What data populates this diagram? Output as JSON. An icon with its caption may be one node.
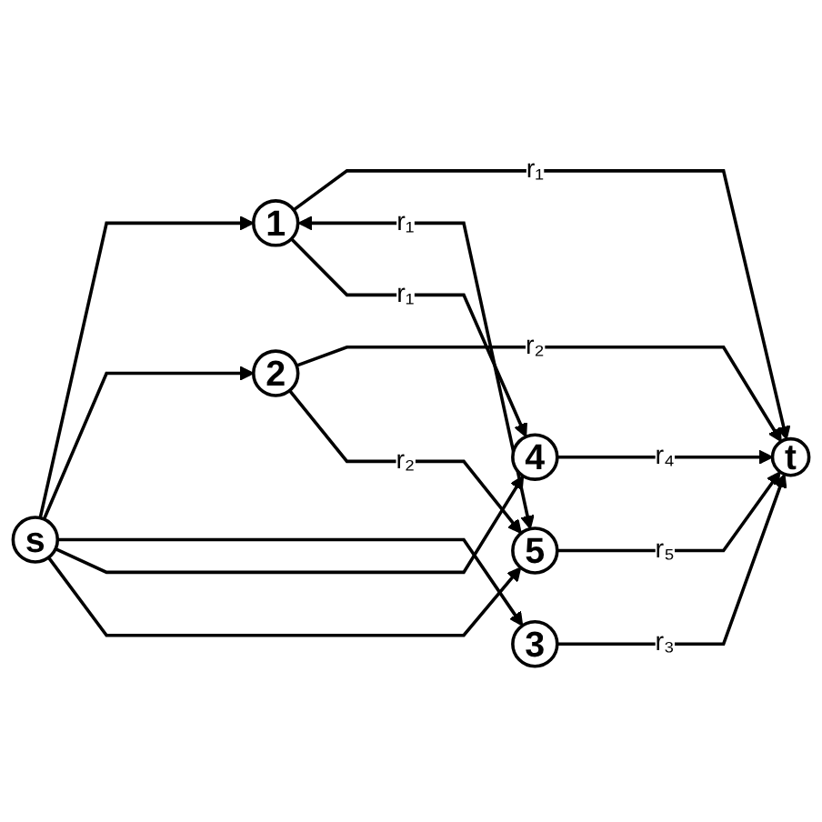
{
  "diagram": {
    "nodes": [
      {
        "text": [
          "s"
        ]
      },
      {
        "text": [
          "1"
        ]
      },
      {
        "text": [
          "2"
        ]
      },
      {
        "text": [
          "3"
        ]
      },
      {
        "text": [
          "4"
        ]
      },
      {
        "text": [
          "5"
        ]
      },
      {
        "text": [
          "t"
        ]
      }
    ],
    "edges": [
      {
        "from": 0,
        "to": 1,
        "arrow": "to"
      },
      {
        "from": 0,
        "to": 2,
        "arrow": "to"
      },
      {
        "from": 0,
        "to": 3,
        "arrow": "to"
      },
      {
        "from": 0,
        "to": 4,
        "arrow": "to"
      },
      {
        "from": 0,
        "to": 5,
        "arrow": "to"
      },
      {
        "from": 1,
        "to": 6,
        "arrow": "to",
        "label": "r₁"
      },
      {
        "from": 2,
        "to": 6,
        "arrow": "to",
        "label": "r₂"
      },
      {
        "from": 3,
        "to": 6,
        "arrow": "to",
        "label": "r₃"
      },
      {
        "from": 4,
        "to": 6,
        "arrow": "to",
        "label": "r₄"
      },
      {
        "from": 5,
        "to": 6,
        "arrow": "to",
        "label": "r₅"
      },
      {
        "from": 1,
        "to": 5,
        "arrow": "both",
        "label": "r₁"
      },
      {
        "from": 1,
        "to": 4,
        "arrow": "to",
        "label": "r₁"
      },
      {
        "from": 2,
        "to": 5,
        "arrow": "to",
        "label": "r₂"
      }
    ]
  }
}
